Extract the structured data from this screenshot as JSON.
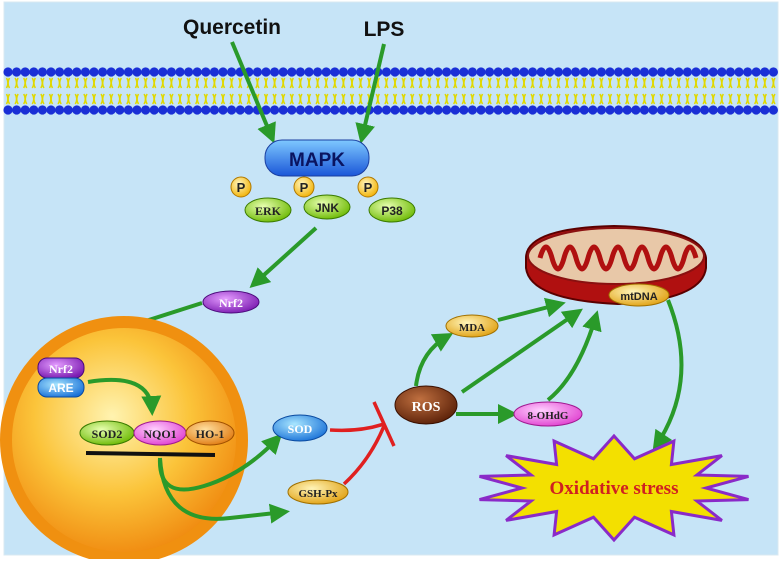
{
  "labels": {
    "quercetin": "Quercetin",
    "lps": "LPS",
    "mapk": "MAPK",
    "p": "P",
    "erk": "ERK",
    "jnk": "JNK",
    "p38": "P38",
    "nrf2": "Nrf2",
    "nrf2_nucleus": "Nrf2",
    "are": "ARE",
    "sod2": "SOD2",
    "nqo1": "NQO1",
    "ho1": "HO-1",
    "sod": "SOD",
    "gshpx": "GSH-Px",
    "ros": "ROS",
    "mda": "MDA",
    "ohdg": "8-OHdG",
    "mtdna": "mtDNA",
    "oxidative_stress": "Oxidative stress"
  },
  "colors": {
    "background": "#c6e4f7",
    "activation_arrow": "#2a9a2a",
    "inhibition": "#e02020",
    "membrane_head": "#1a2fd6",
    "membrane_tail": "#e8e000",
    "nucleus": "#f5a020",
    "starburst_fill": "#f3e000",
    "starburst_outline": "#8a2ac8",
    "stress_text": "#d02020"
  },
  "icons": {
    "membrane": "lipid-bilayer",
    "mitochondrion": "mitochondrion-icon",
    "nucleus": "nucleus-icon"
  }
}
